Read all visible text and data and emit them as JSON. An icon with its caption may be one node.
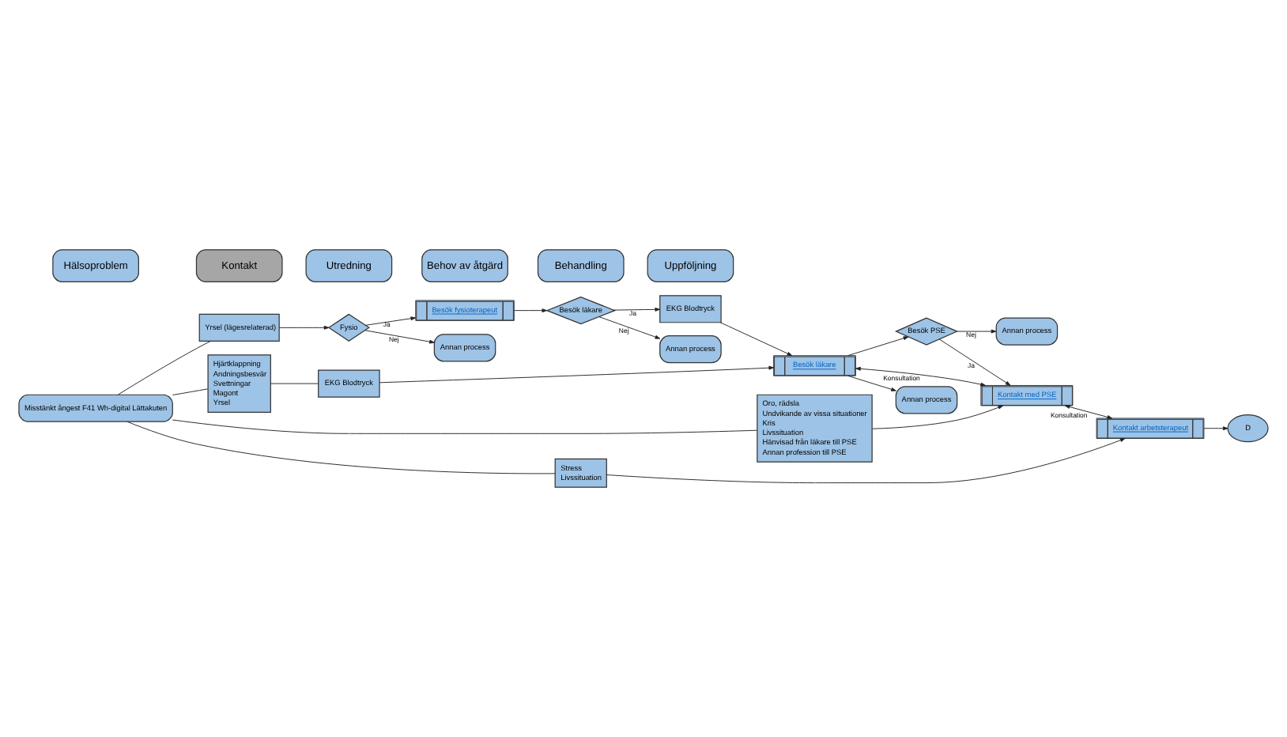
{
  "diagram": {
    "nodes": [
      {
        "text": [
          "Hälsoproblem"
        ]
      },
      {
        "text": [
          "Kontakt"
        ]
      },
      {
        "text": [
          "Utredning"
        ]
      },
      {
        "text": [
          "Behov av åtgärd"
        ]
      },
      {
        "text": [
          "Behandling"
        ]
      },
      {
        "text": [
          "Uppföljning"
        ]
      },
      {
        "text": [
          "Misstänkt ångest F41 Wh-digital Lättakuten"
        ]
      },
      {
        "text": [
          "Yrsel (lägesrelaterad)"
        ]
      },
      {
        "text": [
          "Hjärtklappning",
          "Andningsbesvär",
          "Svettningar",
          "Magont",
          "Yrsel"
        ]
      },
      {
        "text": [
          "Oro, rädsla",
          "Undvikande av vissa situationer",
          "Kris",
          "Livssituation",
          "Hänvisad från läkare till PSE",
          "Annan profession till PSE"
        ]
      },
      {
        "text": [
          "Stress",
          "Livssituation"
        ]
      },
      {
        "text": [
          "Fysio"
        ]
      },
      {
        "text": [
          "Annan process"
        ]
      },
      {
        "text": [
          "Besök fysioterapeut"
        ]
      },
      {
        "text": [
          "Besök läkare"
        ]
      },
      {
        "text": [
          "Annan process"
        ]
      },
      {
        "text": [
          "EKG Blodtryck"
        ]
      },
      {
        "text": [
          "EKG Blodtryck"
        ]
      },
      {
        "text": [
          "Besök läkare"
        ]
      },
      {
        "text": [
          "Annan process"
        ]
      },
      {
        "text": [
          "Kontakt med PSE"
        ]
      },
      {
        "text": [
          "Besök PSE"
        ]
      },
      {
        "text": [
          "Annan process"
        ]
      },
      {
        "text": [
          "Kontakt arbetsterapeut"
        ]
      },
      {
        "text": [
          "D"
        ]
      }
    ],
    "edges": [
      {
        "from": 6,
        "to": 7,
        "arrow": "none"
      },
      {
        "from": 6,
        "to": 8,
        "arrow": "none"
      },
      {
        "from": 6,
        "to": 9,
        "arrow": "none"
      },
      {
        "from": 6,
        "to": 10,
        "arrow": "none"
      },
      {
        "from": 7,
        "to": 11,
        "arrow": "to"
      },
      {
        "from": 11,
        "to": 12,
        "arrow": "to",
        "label": "Nej"
      },
      {
        "from": 11,
        "to": 13,
        "arrow": "to",
        "label": "Ja"
      },
      {
        "from": 13,
        "to": 14,
        "arrow": "to"
      },
      {
        "from": 14,
        "to": 15,
        "arrow": "to",
        "label": "Nej"
      },
      {
        "from": 14,
        "to": 16,
        "arrow": "to",
        "label": "Ja"
      },
      {
        "from": 16,
        "to": 18,
        "arrow": "to"
      },
      {
        "from": 8,
        "to": 17,
        "arrow": "none"
      },
      {
        "from": 17,
        "to": 18,
        "arrow": "to"
      },
      {
        "from": 18,
        "to": 19,
        "arrow": "to"
      },
      {
        "from": 18,
        "to": 21,
        "arrow": "to"
      },
      {
        "from": 18,
        "to": 20,
        "arrow": "both",
        "label": "Konsultation"
      },
      {
        "from": 21,
        "to": 20,
        "arrow": "to",
        "label": "Ja"
      },
      {
        "from": 21,
        "to": 22,
        "arrow": "to",
        "label": "Nej"
      },
      {
        "from": 9,
        "to": 20,
        "arrow": "to"
      },
      {
        "from": 20,
        "to": 23,
        "arrow": "both",
        "label": "Konsultation"
      },
      {
        "from": 10,
        "to": 23,
        "arrow": "to"
      },
      {
        "from": 23,
        "to": 24,
        "arrow": "to"
      }
    ]
  }
}
